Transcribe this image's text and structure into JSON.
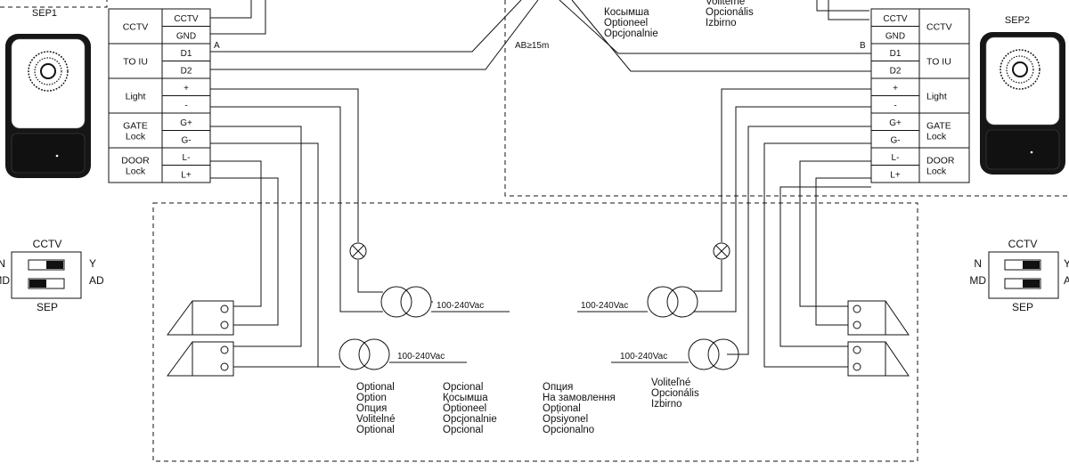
{
  "devices": {
    "sep1": "SEP1",
    "sep2": "SEP2"
  },
  "distance_note": "AB≥15m",
  "terminals": {
    "group_labels": [
      "CCTV",
      "TO IU",
      "Light",
      "GATE\nLock",
      "DOOR\nLock"
    ],
    "pins": [
      "CCTV",
      "GND",
      "D1",
      "D2",
      "+",
      "-",
      "G+",
      "G-",
      "L-",
      "L+"
    ],
    "point_a": "A",
    "point_b": "B"
  },
  "transformer_label": "100-240Vac",
  "dip_switch": {
    "title": "CCTV",
    "footer": "SEP",
    "left_top": "N",
    "left_bottom": "MD",
    "right_top": "Y",
    "right_bottom": "AD"
  },
  "optional_notes": {
    "top_left": [
      "Косымша",
      "Optioneel",
      "Opcjonalnie"
    ],
    "top_right": [
      "Voliteľné",
      "Opcionális",
      "Izbirno"
    ],
    "col1": [
      "Optional",
      "Option",
      "Опция",
      "Volitelné",
      "Optional"
    ],
    "col2": [
      "Opcional",
      "Қосымша",
      "Optioneel",
      "Opcjonalnie",
      "Opcional"
    ],
    "col3": [
      "Опция",
      "На замовлення",
      "Opțional",
      "Opsiyonel",
      "Opcionalno"
    ],
    "col4": [
      "Voliteľné",
      "Opcionális",
      "Izbirno"
    ]
  },
  "colors": {
    "line": "#111111",
    "device_body": "#161616",
    "background": "#ffffff"
  }
}
